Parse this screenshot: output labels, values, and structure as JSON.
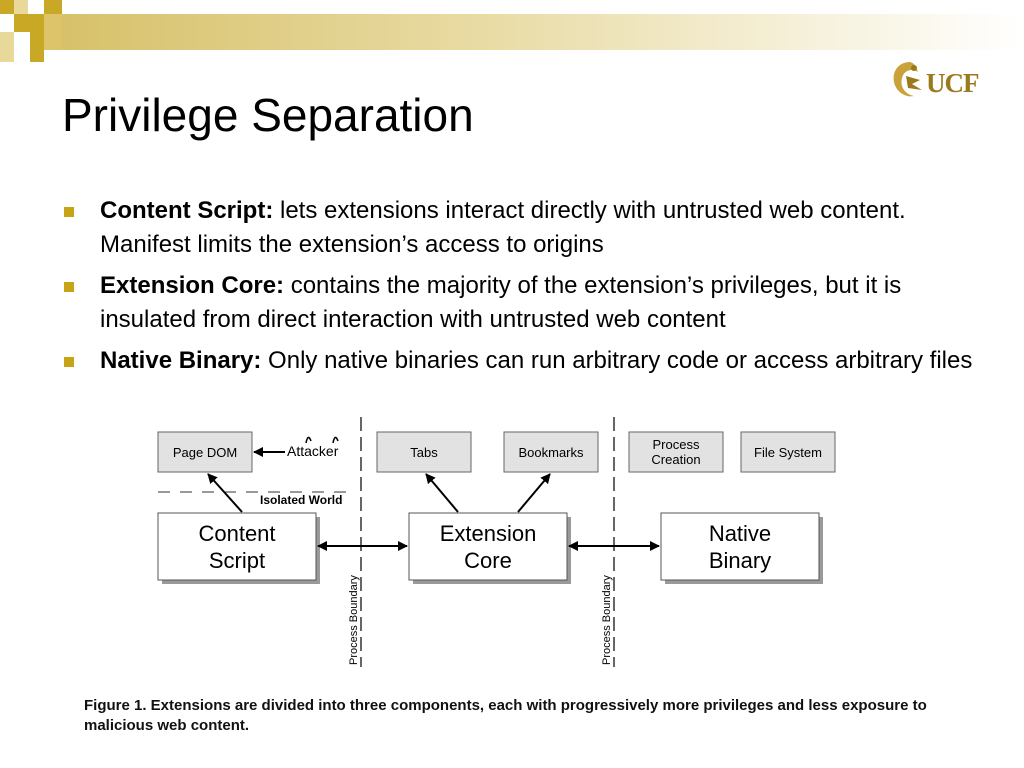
{
  "slide": {
    "title": "Privilege Separation",
    "logo_text": "UCF",
    "accent_color": "#c7a317"
  },
  "bullets": [
    {
      "term": "Content Script:",
      "text": " lets extensions interact directly with untrusted web content. Manifest limits the extension’s access to origins"
    },
    {
      "term": "Extension Core:",
      "text": " contains the majority of the extension’s privileges, but it is insulated from direct interaction with untrusted web content"
    },
    {
      "term": "Native Binary:",
      "text": " Only native binaries can run arbitrary code or access arbitrary files"
    }
  ],
  "diagram": {
    "top_boxes": {
      "page_dom": "Page DOM",
      "tabs": "Tabs",
      "bookmarks": "Bookmarks",
      "process_creation_1": "Process",
      "process_creation_2": "Creation",
      "file_system": "File System"
    },
    "attacker": "Attacker",
    "isolated_world": "Isolated World",
    "components": {
      "content_script_1": "Content",
      "content_script_2": "Script",
      "extension_core_1": "Extension",
      "extension_core_2": "Core",
      "native_binary_1": "Native",
      "native_binary_2": "Binary"
    },
    "process_boundary": "Process Boundary"
  },
  "caption": "Figure 1. Extensions are divided into three components, each with progressively more privileges and less exposure to malicious web content."
}
